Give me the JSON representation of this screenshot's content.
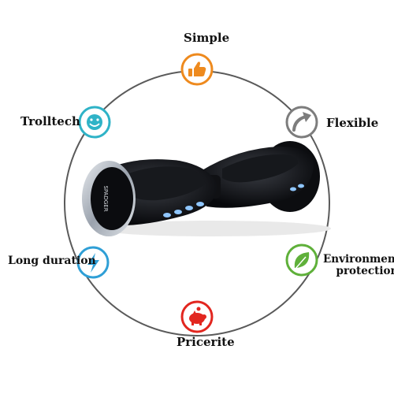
{
  "features": {
    "simple": {
      "label": "Simple",
      "icon": "thumbs-up-icon",
      "color": "#ee8a1e"
    },
    "trolltech": {
      "label": "Trolltech",
      "icon": "smiley-face-icon",
      "color": "#2fb3c7"
    },
    "flexible": {
      "label": "Flexible",
      "icon": "curved-arrow-icon",
      "color": "#7d7d7d"
    },
    "long_duration": {
      "label": "Long duration",
      "icon": "lightning-bolt-icon",
      "color": "#2f9fd6"
    },
    "environmental": {
      "label_line1": "Environmental",
      "label_line2": "protection",
      "icon": "leaf-icon",
      "color": "#5fb03a"
    },
    "pricerite": {
      "label": "Pricerite",
      "icon": "piggy-bank-icon",
      "color": "#e2261f"
    }
  },
  "product": {
    "brand_text": "SPADGER"
  }
}
